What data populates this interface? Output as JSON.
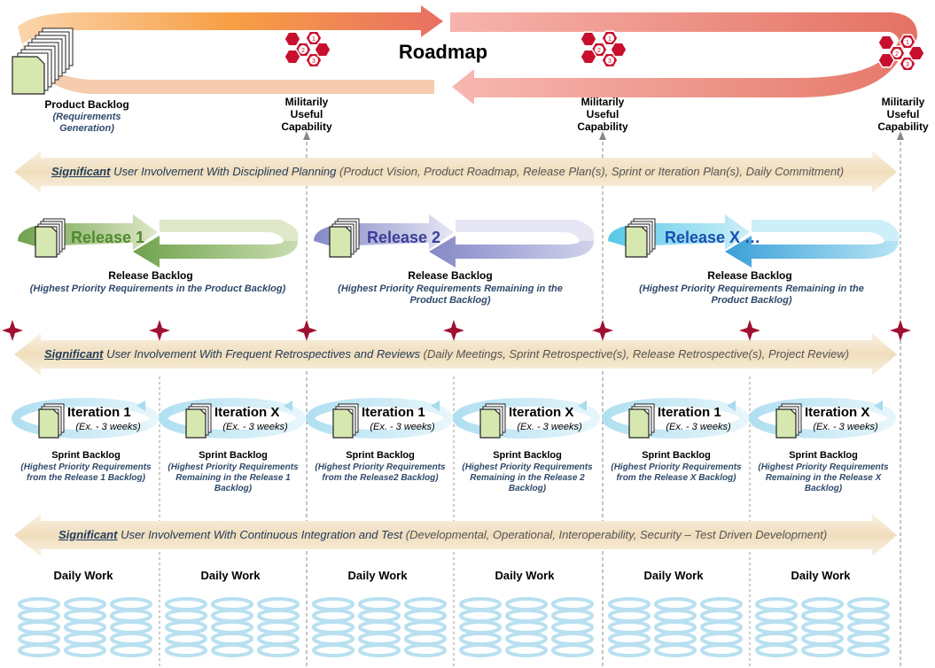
{
  "roadmap": {
    "title": "Roadmap",
    "product_backlog_title": "Product Backlog",
    "product_backlog_sub": "(Requirements Generation)",
    "capability_label": "Militarily Useful Capability",
    "hex_numbers": [
      "1",
      "2",
      "3"
    ]
  },
  "bands": [
    {
      "significant": "Significant",
      "main": " User Involvement With Disciplined Planning",
      "detail": " (Product Vision, Product Roadmap, Release Plan(s), Sprint or Iteration Plan(s), Daily Commitment)"
    },
    {
      "significant": "Significant",
      "main": " User Involvement With Frequent Retrospectives and Reviews",
      "detail": " (Daily Meetings, Sprint Retrospective(s), Release Retrospective(s), Project Review)"
    },
    {
      "significant": "Significant",
      "main": " User Involvement With Continuous Integration and Test",
      "detail": " (Developmental, Operational, Interoperability, Security – Test Driven Development)"
    }
  ],
  "releases": [
    {
      "label": "Release 1",
      "backlog_title": "Release Backlog",
      "backlog_sub": "(Highest Priority Requirements in the Product Backlog)"
    },
    {
      "label": "Release 2",
      "backlog_title": "Release Backlog",
      "backlog_sub": "(Highest Priority Requirements Remaining in the Product Backlog)"
    },
    {
      "label": "Release X …",
      "backlog_title": "Release Backlog",
      "backlog_sub": "(Highest Priority Requirements Remaining in the Product Backlog)"
    }
  ],
  "iterations": [
    {
      "label": "Iteration 1",
      "duration": "(Ex. - 3 weeks)",
      "backlog_title": "Sprint Backlog",
      "backlog_sub": "(Highest Priority Requirements from the Release 1 Backlog)"
    },
    {
      "label": "Iteration X",
      "duration": "(Ex. - 3 weeks)",
      "backlog_title": "Sprint Backlog",
      "backlog_sub": "(Highest Priority Requirements Remaining in the Release 1 Backlog)"
    },
    {
      "label": "Iteration 1",
      "duration": "(Ex. - 3 weeks)",
      "backlog_title": "Sprint Backlog",
      "backlog_sub": "(Highest Priority Requirements from the Release2  Backlog)"
    },
    {
      "label": "Iteration X",
      "duration": "(Ex. - 3 weeks)",
      "backlog_title": "Sprint Backlog",
      "backlog_sub": "(Highest Priority Requirements Remaining in the Release 2 Backlog)"
    },
    {
      "label": "Iteration 1",
      "duration": "(Ex. - 3 weeks)",
      "backlog_title": "Sprint Backlog",
      "backlog_sub": "(Highest Priority Requirements from the Release X Backlog)"
    },
    {
      "label": "Iteration X",
      "duration": "(Ex. - 3 weeks)",
      "backlog_title": "Sprint Backlog",
      "backlog_sub": "(Highest Priority Requirements Remaining in the Release X Backlog)"
    }
  ],
  "daily_work_label": "Daily Work",
  "colors": {
    "roadmap_orange": "#f79a3a",
    "roadmap_red": "#e8685a",
    "hex_red": "#c8102e",
    "release1": "#7fae5e",
    "release2": "#8c8fc8",
    "releaseX": "#4fb6e0",
    "band_fill": "#f3e6cf",
    "iteration_ring": "#8fd0e8",
    "daily_ring": "#b8e0f0",
    "marker": "#a01030",
    "doc_fill": "#d6e8b0"
  }
}
